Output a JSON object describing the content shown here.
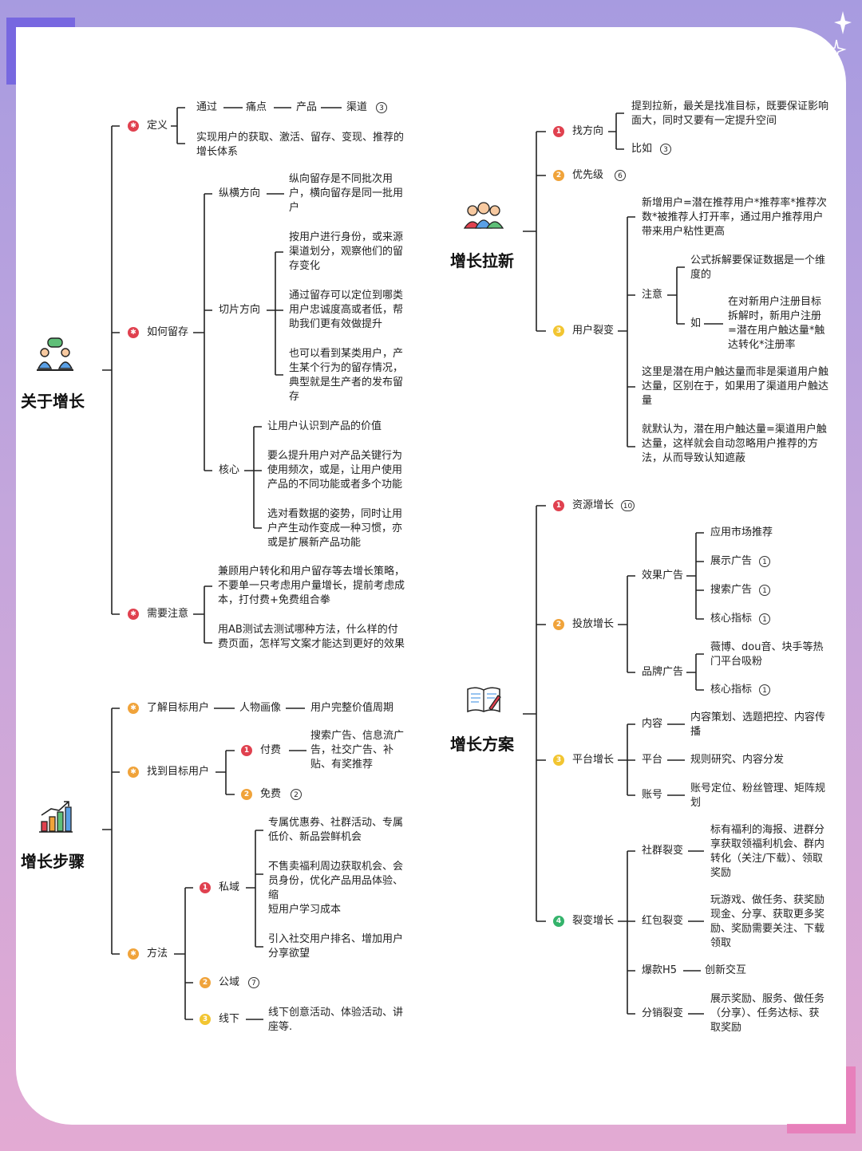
{
  "titles": {
    "about": "关于增长",
    "steps": "增长步骤",
    "pull": "增长拉新",
    "plan": "增长方案"
  },
  "about": {
    "define": "定义",
    "through": "通过",
    "pain": "痛点",
    "product": "产品",
    "channel": "渠道",
    "channel_count": "3",
    "def_text": "实现用户的获取、激活、留存、变现、推荐的增长体系",
    "retain": "如何留存",
    "vert": "纵横方向",
    "vert_text": "纵向留存是不同批次用户，横向留存是同一批用户",
    "slice": "切片方向",
    "slice_1": "按用户进行身份，或来源渠道划分，观察他们的留存变化",
    "slice_2": "通过留存可以定位到哪类用户忠诚度高或者低，帮助我们更有效做提升",
    "slice_3": "也可以看到某类用户，产生某个行为的留存情况，典型就是生产者的发布留存",
    "core": "核心",
    "core_1": "让用户认识到产品的价值",
    "core_2": "要么提升用户对产品关键行为使用频次，或是，让用户使用产品的不同功能或者多个功能",
    "core_3": "选对看数据的姿势，同时让用户产生动作变成一种习惯，亦或是扩展新产品功能",
    "note": "需要注意",
    "note_1": "兼顾用户转化和用户留存等去增长策略，不要单一只考虑用户量增长，提前考虑成本，打付费+免费组合拳",
    "note_2": "用AB测试去测试哪种方法，什么样的付费页面，怎样写文案才能达到更好的效果"
  },
  "steps": {
    "know": "了解目标用户",
    "persona": "人物画像",
    "lifecycle": "用户完整价值周期",
    "find": "找到目标用户",
    "paid": "付费",
    "paid_text": "搜索广告、信息流广告，社交广告、补贴、有奖推荐",
    "free": "免费",
    "free_count": "2",
    "method": "方法",
    "private": "私域",
    "private_1": "专属优惠券、社群活动、专属低价、新品尝鲜机会",
    "private_2": "不售卖福利周边获取机会、会员身份，优化产品用品体验、缩",
    "private_2b": "短用户学习成本",
    "private_3": "引入社交用户排名、增加用户分享欲望",
    "public": "公域",
    "public_count": "7",
    "offline": "线下",
    "offline_text": "线下创意活动、体验活动、讲座等."
  },
  "pull": {
    "dir": "找方向",
    "dir_text": "提到拉新，最关是找准目标，既要保证影响面大，同时又要有一定提升空间",
    "eg": "比如",
    "eg_count": "3",
    "priority": "优先级",
    "priority_count": "6",
    "split": "用户裂变",
    "split_1": "新增用户=潜在推荐用户*推荐率*推荐次数*被推荐人打开率，通过用户推荐用户带来用户粘性更高",
    "notice": "注意",
    "notice_1": "公式拆解要保证数据是一个维度的",
    "ru": "如",
    "ru_text": "在对新用户注册目标拆解时，新用户注册=潜在用户触达量*触达转化*注册率",
    "split_2": "这里是潜在用户触达量而非是渠道用户触达量，区别在于，如果用了渠道用户触达量",
    "split_3": "就默认为，潜在用户触达量=渠道用户触达量，这样就会自动忽略用户推荐的方法，从而导致认知遮蔽"
  },
  "plan": {
    "resource": "资源增长",
    "resource_count": "10",
    "ads": "投放增长",
    "effect": "效果广告",
    "app_market": "应用市场推荐",
    "display": "展示广告",
    "display_count": "1",
    "search": "搜索广告",
    "search_count": "1",
    "core_metric": "核心指标",
    "core_metric_count": "1",
    "brand": "品牌广告",
    "brand_1": "薇博、dou音、块手等热门平台吸粉",
    "brand_core": "核心指标",
    "brand_core_count": "1",
    "platform": "平台增长",
    "content": "内容",
    "content_text": "内容策划、选题把控、内容传播",
    "plat": "平台",
    "plat_text": "规则研究、内容分发",
    "account": "账号",
    "account_text": "账号定位、粉丝管理、矩阵规划",
    "viral": "裂变增长",
    "community": "社群裂变",
    "community_text": "标有福利的海报、进群分享获取领福利机会、群内转化（关注/下载）、领取奖励",
    "redpack": "红包裂变",
    "redpack_text": "玩游戏、做任务、获奖励现金、分享、获取更多奖励、奖励需要关注、下载领取",
    "h5": "爆款H5",
    "h5_text": "创新交互",
    "distribute": "分销裂变",
    "distribute_text": "展示奖励、服务、做任务（分享）、任务达标、获取奖励"
  },
  "colors": {
    "red": "#e0414f",
    "orange": "#f0a33a",
    "green": "#34b36b",
    "line": "#222222"
  }
}
